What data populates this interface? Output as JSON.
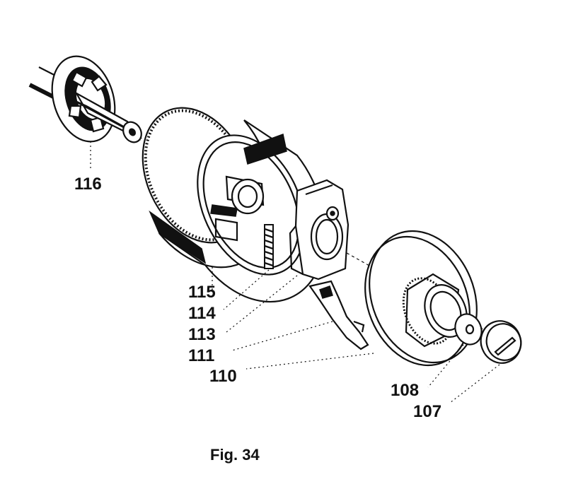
{
  "figure": {
    "caption": "Fig. 34",
    "callouts": [
      {
        "id": "116",
        "text": "116"
      },
      {
        "id": "115",
        "text": "115"
      },
      {
        "id": "114",
        "text": "114"
      },
      {
        "id": "113",
        "text": "113"
      },
      {
        "id": "111",
        "text": "111"
      },
      {
        "id": "110",
        "text": "110"
      },
      {
        "id": "108",
        "text": "108"
      },
      {
        "id": "107",
        "text": "107"
      }
    ]
  }
}
